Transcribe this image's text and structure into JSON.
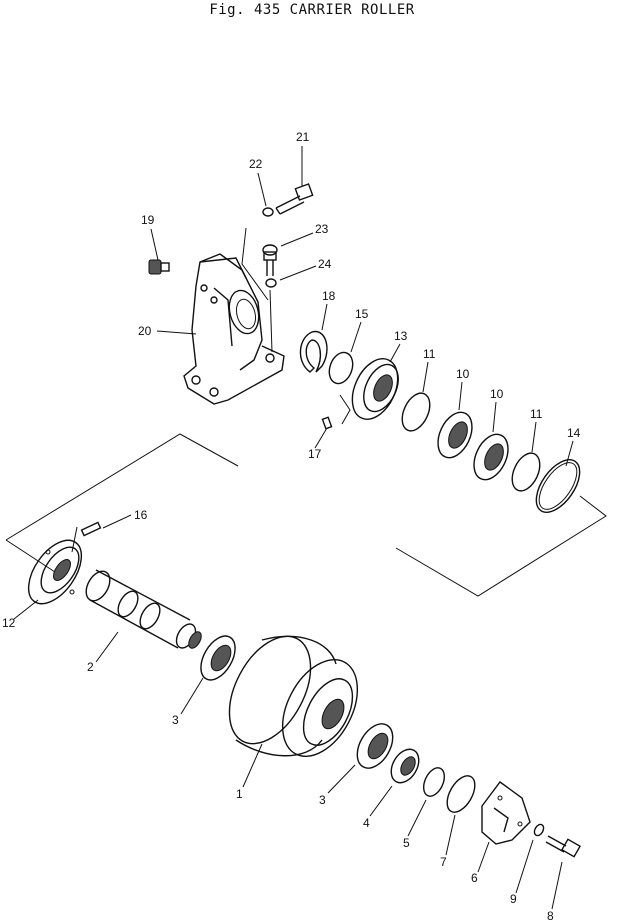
{
  "title": "Fig. 435   CARRIER ROLLER",
  "callouts": [
    "21",
    "22",
    "19",
    "23",
    "24",
    "18",
    "15",
    "13",
    "20",
    "11",
    "10",
    "10",
    "11",
    "14",
    "17",
    "16",
    "12",
    "2",
    "3",
    "1",
    "3",
    "4",
    "5",
    "7",
    "6",
    "9",
    "8"
  ],
  "colors": {
    "line": "#111111",
    "background": "#ffffff"
  }
}
